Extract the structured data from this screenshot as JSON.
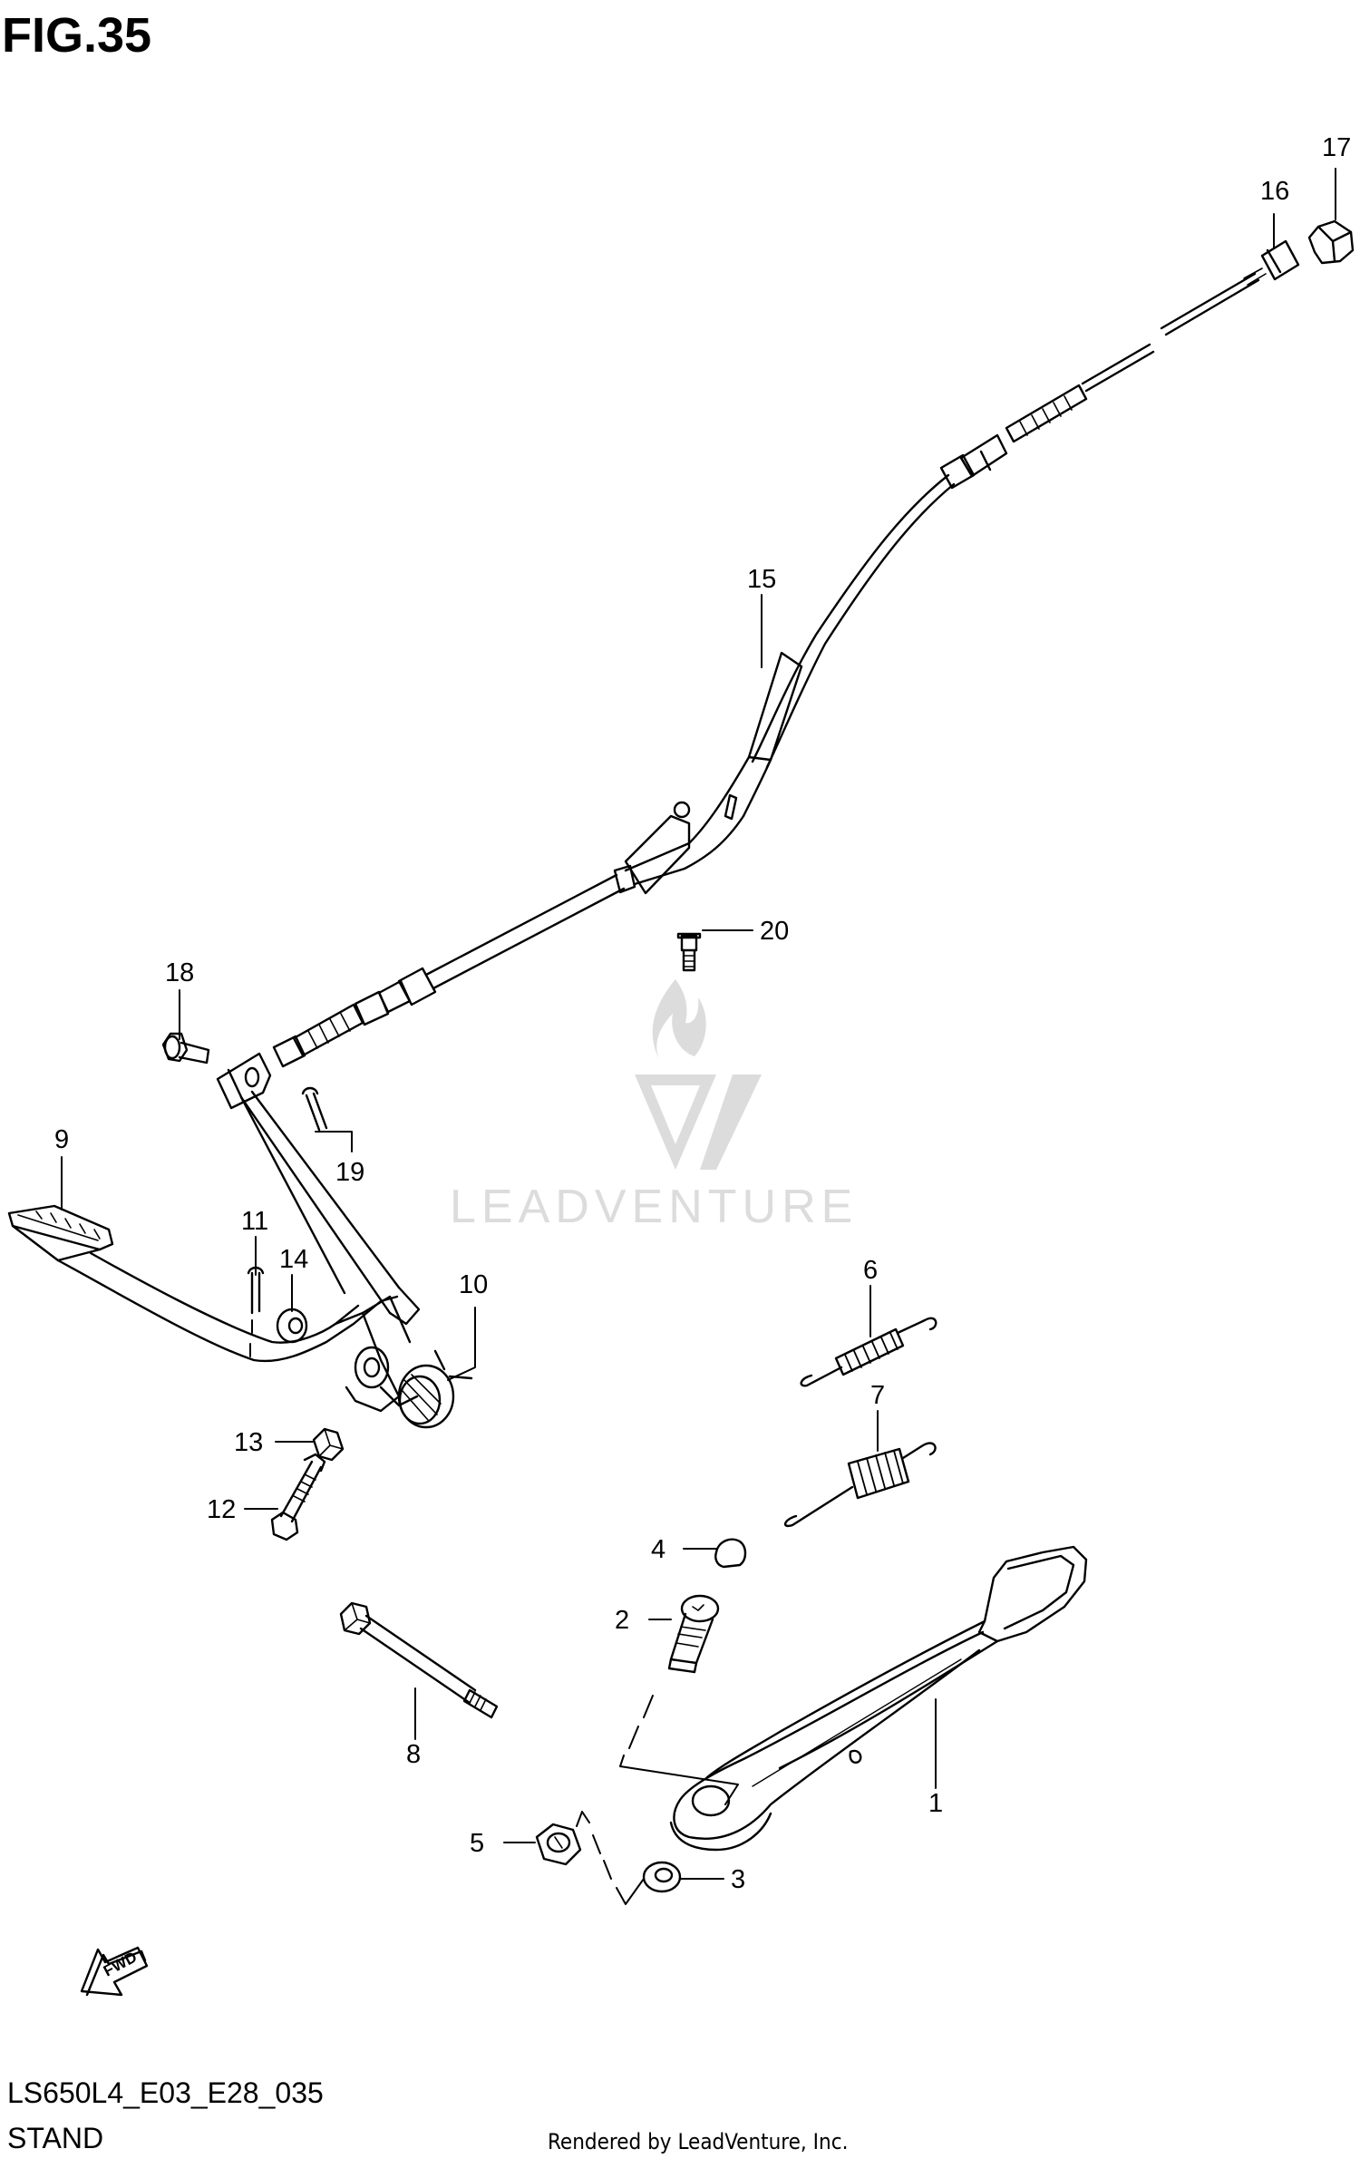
{
  "figure": {
    "title": "FIG.35",
    "model_code": "LS650L4_E03_E28_035",
    "section_name": "STAND",
    "watermark": "LEADVENTURE",
    "rendered_by": "Rendered by LeadVenture, Inc.",
    "fwd_label": "FWD"
  },
  "callouts": {
    "c1": "1",
    "c2": "2",
    "c3": "3",
    "c4": "4",
    "c5": "5",
    "c6": "6",
    "c7": "7",
    "c8": "8",
    "c9": "9",
    "c10": "10",
    "c11": "11",
    "c12": "12",
    "c13": "13",
    "c14": "14",
    "c15": "15",
    "c16": "16",
    "c17": "17",
    "c18": "18",
    "c19": "19",
    "c20": "20"
  },
  "icons": {
    "watermark_logo": "flame-v-logo-icon",
    "fwd_arrow": "fwd-arrow-icon"
  },
  "colors": {
    "line": "#000000",
    "watermark": "#d9d9d9",
    "background": "#ffffff"
  }
}
